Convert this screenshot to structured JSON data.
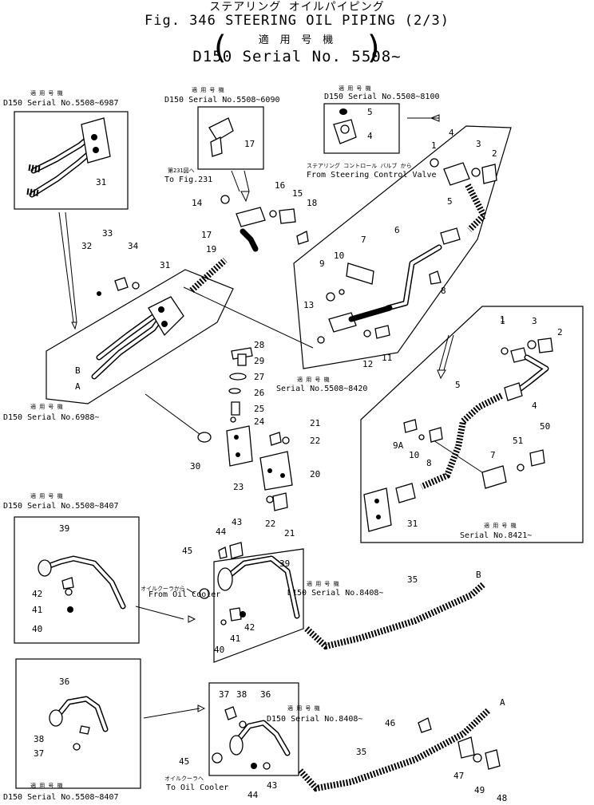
{
  "header": {
    "title_jp": "ステアリング オイルパイピング",
    "title": "Fig. 346  STEERING OIL PIPING (2/3)",
    "applicable_jp": "適 用 号 機",
    "serial": "D150 Serial No. 5508~"
  },
  "insets": [
    {
      "jp": "適 用 号 機",
      "caption": "D150 Serial  No.5508~6987"
    },
    {
      "jp": "適 用 号 機",
      "caption": "D150 Serial  No.5508~6090"
    },
    {
      "jp": "適 用 号 機",
      "caption": "D150 Serial  No.5508~8100"
    },
    {
      "jp": "適 用 号 機",
      "caption": "D150 Serial  No.6988~"
    },
    {
      "jp": "適 用 号 機",
      "caption": "Serial  No.5508~8420"
    },
    {
      "jp": "適 用 号 機",
      "caption": "Serial  No.8421~"
    },
    {
      "jp": "適 用 号 機",
      "caption": "D150 Serial  No.5508~8407"
    },
    {
      "jp": "適 用 号 機",
      "caption": "D150 Serial  No.8408~"
    },
    {
      "jp": "適 用 号 機",
      "caption": "D150 Serial  No.8408~"
    },
    {
      "jp": "適 用 号 機",
      "caption": "D150 Serial  No.5508~8407"
    }
  ],
  "notes": {
    "to_fig_jp": "第231図へ",
    "to_fig": "To  Fig.231",
    "from_valve_jp": "ステアリング コントロール バルブ から",
    "from_valve": "From  Steering  Control  Valve",
    "from_cooler_jp": "オイルクーラから",
    "from_cooler": "From  Oil  Cooler",
    "to_cooler_jp": "オイルクーラへ",
    "to_cooler": "To  Oil  Cooler"
  },
  "callouts": [
    "31",
    "17",
    "5",
    "4",
    "16",
    "15",
    "18",
    "14",
    "17",
    "19",
    "33",
    "34",
    "32",
    "31",
    "4",
    "3",
    "2",
    "5",
    "6",
    "7",
    "9",
    "10",
    "8",
    "13",
    "12",
    "11",
    "28",
    "29",
    "27",
    "26",
    "25",
    "24",
    "21",
    "22",
    "20",
    "30",
    "23",
    "22",
    "21",
    "B",
    "A",
    "1",
    "3",
    "2",
    "5",
    "4",
    "50",
    "51",
    "9A",
    "10",
    "8",
    "7",
    "31",
    "39",
    "42",
    "41",
    "40",
    "44",
    "43",
    "45",
    "39",
    "41",
    "42",
    "40",
    "35",
    "B",
    "36",
    "38",
    "37",
    "37",
    "38",
    "36",
    "46",
    "45",
    "44",
    "43",
    "35",
    "47",
    "49",
    "48",
    "A",
    "1",
    "1"
  ]
}
